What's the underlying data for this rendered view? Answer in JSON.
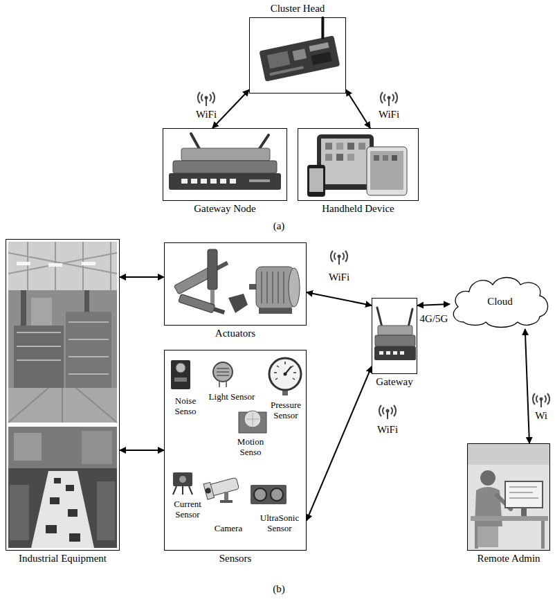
{
  "diagram": {
    "nodes": [
      {
        "text": [
          "Cluster Head"
        ]
      },
      {
        "text": [
          "Gateway Node"
        ]
      },
      {
        "text": [
          "Handheld Device"
        ]
      },
      {
        "text": [
          "Industrial Equipment"
        ]
      },
      {
        "text": [
          "Actuators"
        ]
      },
      {
        "text": [
          "Sensors"
        ]
      },
      {
        "text": [
          "Gateway"
        ]
      },
      {
        "text": [
          "Cloud"
        ]
      },
      {
        "text": [
          "Remote Admin"
        ]
      }
    ],
    "edges": [
      {
        "from": 0,
        "to": 1,
        "arrow": "both",
        "label": "WiFi"
      },
      {
        "from": 0,
        "to": 2,
        "arrow": "both",
        "label": "WiFi"
      },
      {
        "from": 3,
        "to": 4,
        "arrow": "both"
      },
      {
        "from": 3,
        "to": 5,
        "arrow": "both"
      },
      {
        "from": 4,
        "to": 6,
        "arrow": "both",
        "label": "WiFi"
      },
      {
        "from": 5,
        "to": 6,
        "arrow": "both",
        "label": "WiFi"
      },
      {
        "from": 6,
        "to": 7,
        "arrow": "both",
        "label": "4G/5G"
      },
      {
        "from": 7,
        "to": 8,
        "arrow": "both",
        "label": "Wi"
      }
    ],
    "labels": [
      "(a)",
      "(b)",
      "Noise Senso",
      "Light Sensor",
      "Motion Senso",
      "Pressure Sensor",
      "Current Sensor",
      "Camera",
      "UltraSonic Sensor"
    ]
  }
}
